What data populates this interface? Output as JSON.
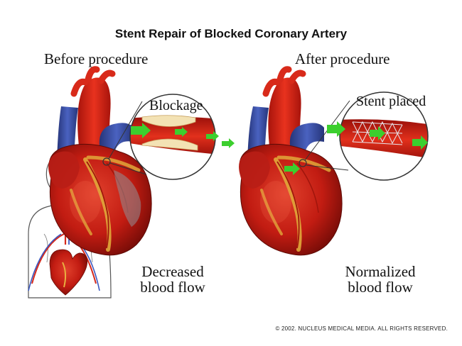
{
  "title": "Stent Repair of Blocked Coronary Artery",
  "before": {
    "heading": "Before procedure",
    "magnifier_label": "Blockage",
    "caption_line1": "Decreased",
    "caption_line2": "blood flow"
  },
  "after": {
    "heading": "After procedure",
    "magnifier_label": "Stent placed",
    "caption_line1": "Normalized",
    "caption_line2": "blood flow"
  },
  "copyright": "© 2002. NUCLEUS MEDICAL MEDIA. ALL RIGHTS RESERVED.",
  "colors": {
    "heart_red": "#c81e14",
    "artery_red": "#e02418",
    "vein_blue": "#3a4fa8",
    "fat_yellow": "#e0a83a",
    "flow_arrow_green": "#3ccf2e",
    "plaque_cream": "#f3e2b4"
  }
}
